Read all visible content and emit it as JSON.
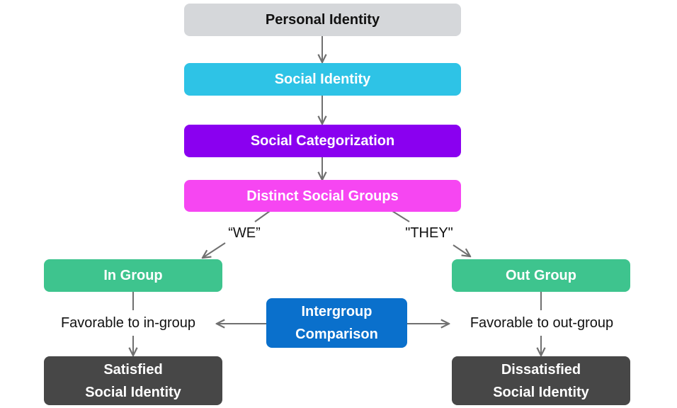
{
  "colors": {
    "personal": "#d5d7da",
    "social_identity": "#2ec3e6",
    "categorization": "#8a00f0",
    "distinct": "#f646f2",
    "group": "#3ec48e",
    "comparison": "#0a70cc",
    "outcome": "#474747",
    "arrow": "#707070"
  },
  "nodes": {
    "personal_identity": "Personal Identity",
    "social_identity": "Social Identity",
    "social_categorization": "Social Categorization",
    "distinct_social_groups": "Distinct Social Groups",
    "in_group": "In Group",
    "out_group": "Out Group",
    "intergroup_comparison": [
      "Intergroup",
      "Comparison"
    ],
    "satisfied_social_identity": [
      "Satisfied",
      "Social Identity"
    ],
    "dissatisfied_social_identity": [
      "Dissatisfied",
      "Social Identity"
    ]
  },
  "labels": {
    "we": "“WE”",
    "they": "\"THEY\"",
    "favorable_in": "Favorable to in-group",
    "favorable_out": "Favorable to out-group"
  }
}
